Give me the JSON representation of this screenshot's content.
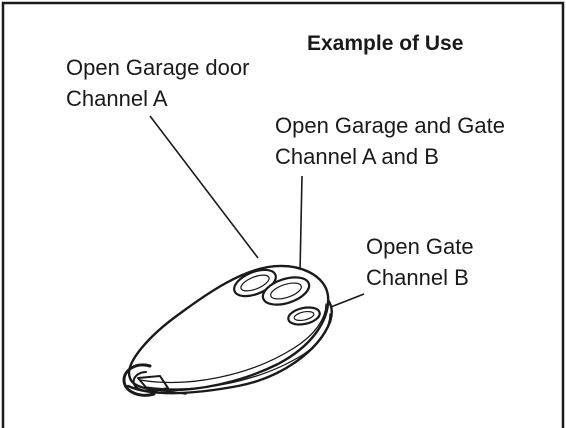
{
  "title": "Example of Use",
  "labels": {
    "garage_door": {
      "line1": "Open Garage door",
      "line2": "Channel A"
    },
    "garage_and_gate": {
      "line1": "Open Garage and Gate",
      "line2": "Channel A and B"
    },
    "gate": {
      "line1": "Open Gate",
      "line2": "Channel B"
    }
  },
  "colors": {
    "ink": "#1a1a1a",
    "background": "#ffffff"
  },
  "icons": {
    "remote": "key-fob-remote-icon"
  }
}
